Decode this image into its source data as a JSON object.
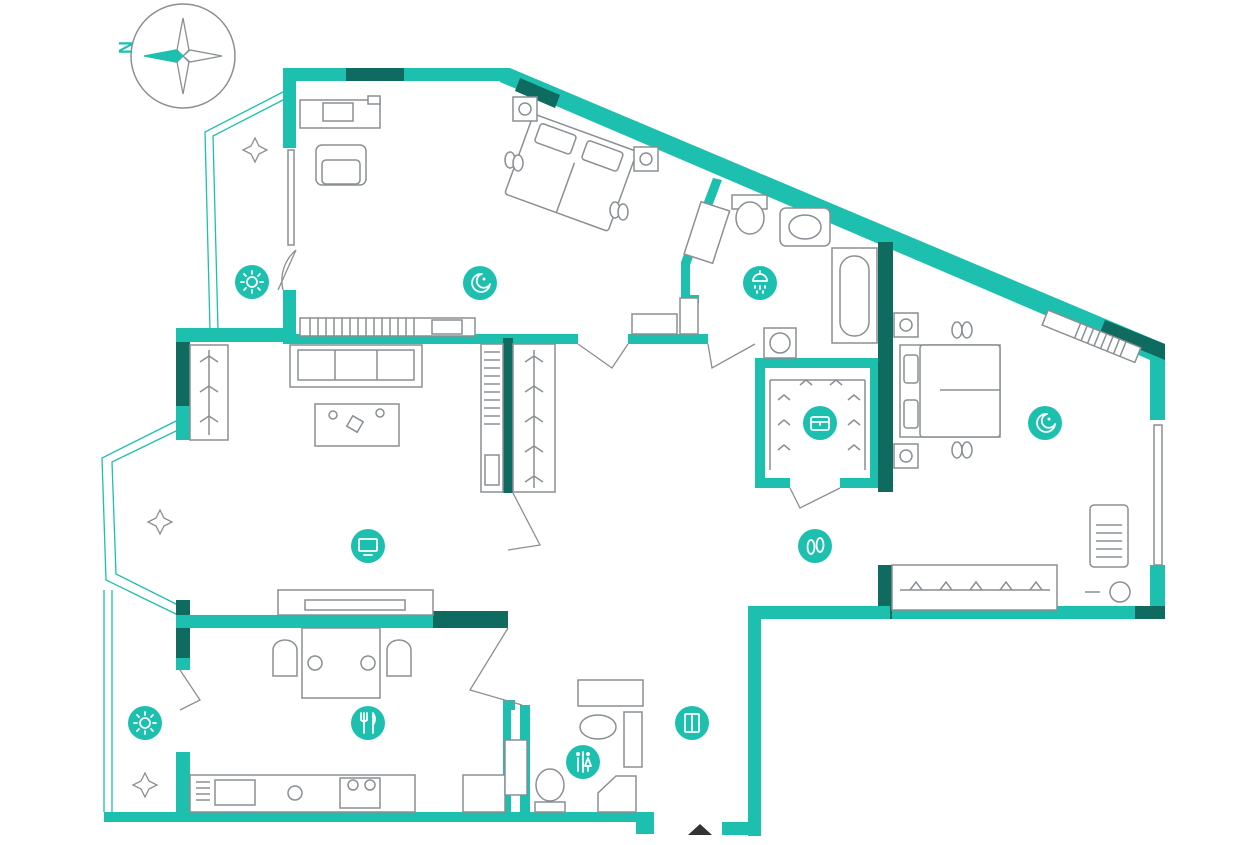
{
  "compass": {
    "north_label": "N"
  },
  "colors": {
    "wall": "#1dbfae",
    "wall_accent": "#0f6b5f",
    "furniture_stroke": "#8a8f93",
    "background": "#ffffff"
  },
  "rooms": [
    {
      "id": "bedroom-1",
      "icon": "bedroom-moon-icon"
    },
    {
      "id": "bedroom-2",
      "icon": "bedroom-moon-icon"
    },
    {
      "id": "living-room",
      "icon": "tv-icon"
    },
    {
      "id": "kitchen-dining",
      "icon": "fork-knife-icon"
    },
    {
      "id": "bathroom-main",
      "icon": "shower-icon"
    },
    {
      "id": "walk-in-closet",
      "icon": "storage-chest-icon"
    },
    {
      "id": "hallway",
      "icon": "slippers-icon"
    },
    {
      "id": "guest-wc",
      "icon": "wc-icon"
    },
    {
      "id": "storage",
      "icon": "wardrobe-icon"
    },
    {
      "id": "balcony-top",
      "icon": "sun-icon"
    },
    {
      "id": "balcony-bottom",
      "icon": "sun-icon"
    }
  ]
}
